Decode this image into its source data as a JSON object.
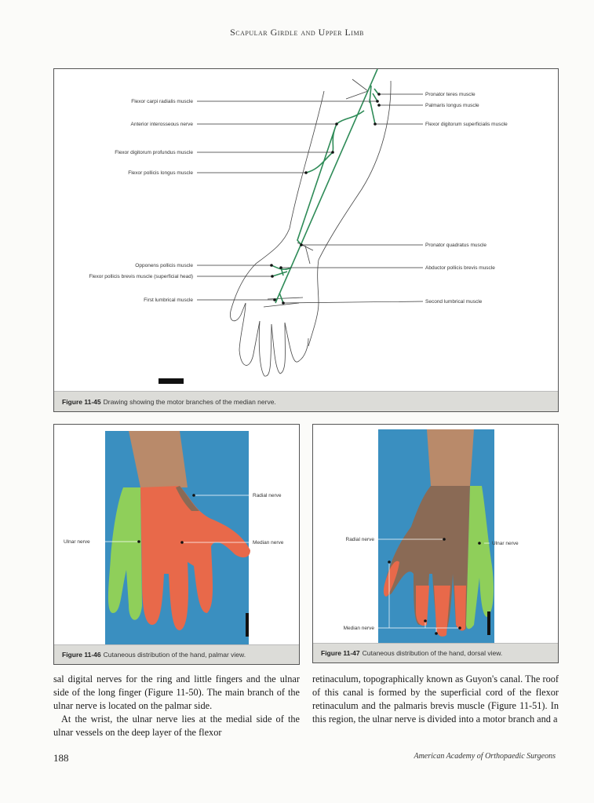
{
  "running_head": "Scapular Girdle and Upper Limb",
  "figure_45": {
    "number": "Figure 11-45",
    "caption": "Drawing showing the motor branches of the median nerve.",
    "labels_left": [
      "Flexor carpi radialis muscle",
      "Anterior interosseous nerve",
      "Flexor digitorum profundus muscle",
      "Flexor pollicis longus muscle",
      "Opponens pollicis muscle",
      "Flexor pollicis brevis muscle (superficial head)",
      "First lumbrical muscle"
    ],
    "labels_right": [
      "Pronator teres muscle",
      "Palmaris longus muscle",
      "Flexor digitorum superficialis muscle",
      "Pronator quadratus muscle",
      "Abductor pollicis brevis muscle",
      "Second lumbrical muscle"
    ],
    "nerve_color": "#2e8b57"
  },
  "figure_46": {
    "number": "Figure 11-46",
    "caption": "Cutaneous distribution of the hand, palmar view.",
    "labels": {
      "radial": "Radial nerve",
      "ulnar": "Ulnar nerve",
      "median": "Median nerve"
    }
  },
  "figure_47": {
    "number": "Figure 11-47",
    "caption": "Cutaneous distribution of the hand, dorsal view.",
    "labels": {
      "radial": "Radial nerve",
      "ulnar": "Ulnar nerve",
      "median": "Median nerve"
    }
  },
  "colors": {
    "ulnar": "#8fcf5a",
    "median": "#e8694a",
    "radial": "#8a6a55",
    "background": "#3a8fc0"
  },
  "body": {
    "left_p1": "sal digital nerves for the ring and little fingers and the ulnar side of the long finger (Figure 11-50). The main branch of the ulnar nerve is located on the palmar side.",
    "left_p2": "At the wrist, the ulnar nerve lies at the medial side of the ulnar vessels on the deep layer of the flexor",
    "right_p1": "retinaculum, topographically known as Guyon's canal. The roof of this canal is formed by the superficial cord of the flexor retinaculum and the palmaris brevis muscle (Figure 11-51). In this region, the ulnar nerve is divided into a motor branch and a"
  },
  "page_number": "188",
  "footer": "American Academy of Orthopaedic Surgeons"
}
